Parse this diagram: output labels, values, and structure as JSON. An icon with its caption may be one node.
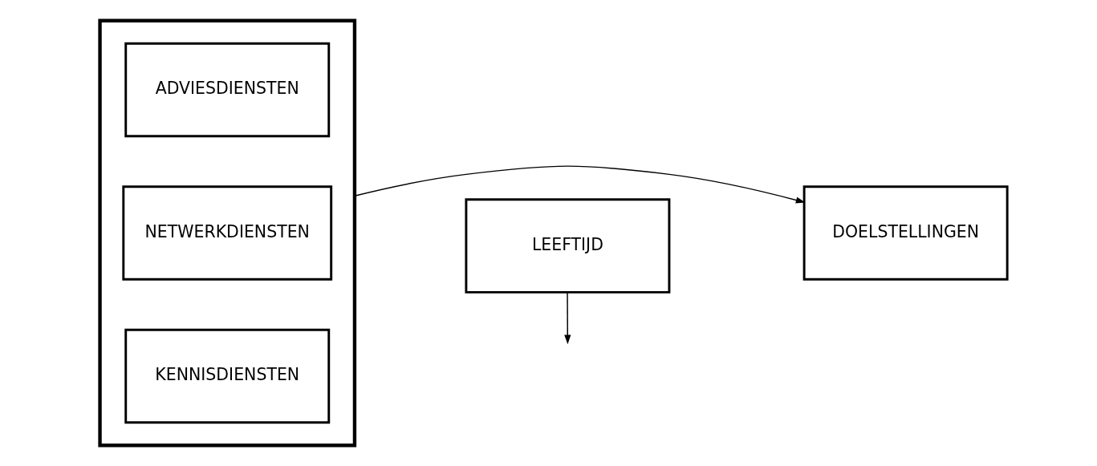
{
  "diagram": {
    "nodes": [
      {
        "text": [],
        "shape": "box"
      },
      {
        "text": [
          "ADVIESDIENSTEN"
        ],
        "in": 0
      },
      {
        "text": [
          "NETWERKDIENSTEN"
        ],
        "in": 0
      },
      {
        "text": [
          "KENNISDIENSTEN"
        ],
        "in": 0
      },
      {
        "text": [
          "DOELSTELLINGEN"
        ]
      },
      {
        "text": [
          "LEEFTIJD"
        ]
      }
    ],
    "edges": [
      {
        "from": 0,
        "to": 4,
        "arrow": "to"
      },
      {
        "from": 5,
        "to": null,
        "arrow": "to"
      }
    ]
  }
}
